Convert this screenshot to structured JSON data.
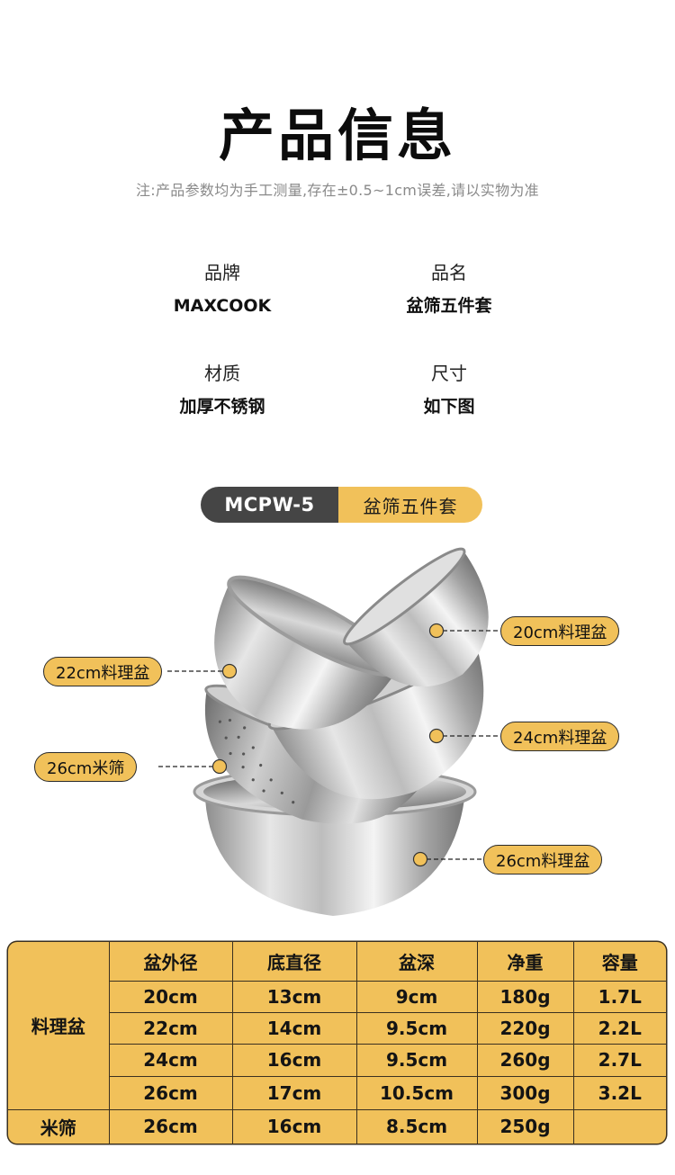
{
  "header": {
    "title": "产品信息",
    "note": "注:产品参数均为手工测量,存在±0.5~1cm误差,请以实物为准"
  },
  "info": [
    {
      "label": "品牌",
      "value": "MAXCOOK"
    },
    {
      "label": "品名",
      "value": "盆筛五件套"
    },
    {
      "label": "材质",
      "value": "加厚不锈钢"
    },
    {
      "label": "尺寸",
      "value": "如下图"
    }
  ],
  "model": {
    "code": "MCPW-5",
    "name": "盆筛五件套"
  },
  "callouts": [
    {
      "label": "20cm料理盆"
    },
    {
      "label": "22cm料理盆"
    },
    {
      "label": "24cm料理盆"
    },
    {
      "label": "26cm米筛"
    },
    {
      "label": "26cm料理盆"
    }
  ],
  "colors": {
    "accent": "#f1c15a",
    "dark_chip": "#454545",
    "note_gray": "#8a8a8a",
    "border": "#3a3020"
  },
  "table": {
    "headers": [
      "",
      "盆外径",
      "底直径",
      "盆深",
      "净重",
      "容量"
    ],
    "groups": [
      {
        "name": "料理盆",
        "rows": [
          [
            "20cm",
            "13cm",
            "9cm",
            "180g",
            "1.7L"
          ],
          [
            "22cm",
            "14cm",
            "9.5cm",
            "220g",
            "2.2L"
          ],
          [
            "24cm",
            "16cm",
            "9.5cm",
            "260g",
            "2.7L"
          ],
          [
            "26cm",
            "17cm",
            "10.5cm",
            "300g",
            "3.2L"
          ]
        ]
      },
      {
        "name": "米筛",
        "rows": [
          [
            "26cm",
            "16cm",
            "8.5cm",
            "250g",
            ""
          ]
        ]
      }
    ]
  }
}
